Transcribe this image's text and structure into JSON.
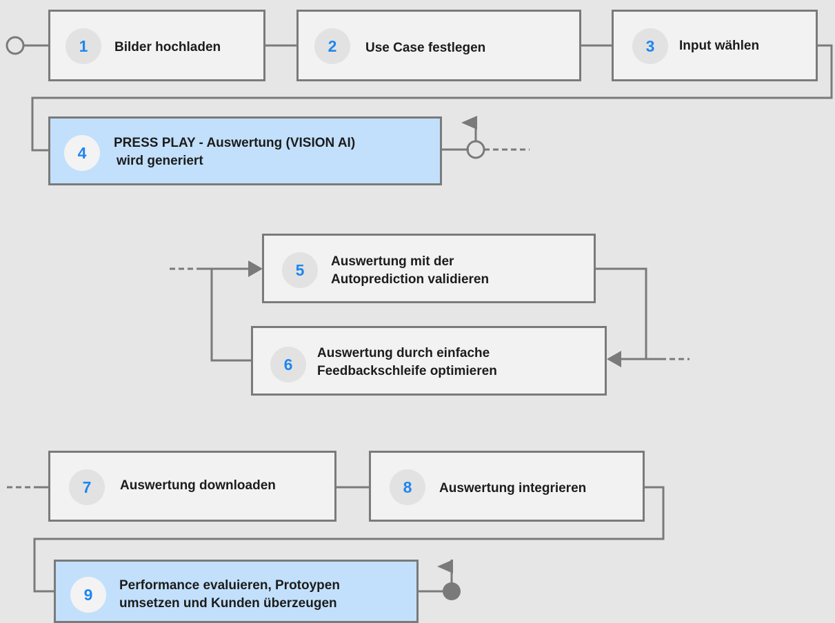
{
  "colors": {
    "background": "#e6e6e6",
    "box": "#f2f2f2",
    "box_highlight": "#c2e0fb",
    "border": "#7a7a7a",
    "number": "#1f86f0",
    "number_badge": "#e2e2e2",
    "text": "#1c1c1c"
  },
  "steps": [
    {
      "number": "1",
      "label": "Bilder hochladen"
    },
    {
      "number": "2",
      "label": "Use Case festlegen"
    },
    {
      "number": "3",
      "label": "Input wählen"
    },
    {
      "number": "4",
      "line1": "PRESS PLAY - Auswertung (VISION AI)",
      "line2": "wird generiert"
    },
    {
      "number": "5",
      "line1": "Auswertung mit der",
      "line2": "Autoprediction validieren"
    },
    {
      "number": "6",
      "line1": "Auswertung durch einfache",
      "line2": "Feedbackschleife optimieren"
    },
    {
      "number": "7",
      "label": "Auswertung downloaden"
    },
    {
      "number": "8",
      "label": "Auswertung integrieren"
    },
    {
      "number": "9",
      "line1": "Performance evaluieren, Protoypen",
      "line2": "umsetzen und Kunden überzeugen"
    }
  ],
  "icons": [
    "start-circle-icon",
    "milestone-flag-icon",
    "end-dot-icon",
    "arrow-right-icon",
    "arrow-left-icon"
  ]
}
